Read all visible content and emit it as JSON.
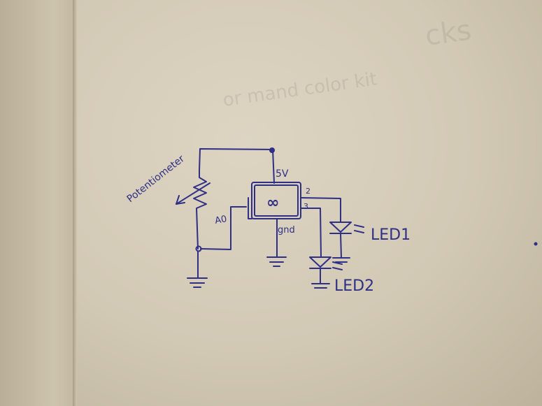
{
  "diagram": {
    "labels": {
      "potentiometer": "Potentiometer",
      "supply": "5V",
      "analog_pin": "A0",
      "board_symbol": "∞",
      "pin_two": "2",
      "pin_three": "3",
      "ground": "gnd",
      "led_one": "LED1",
      "led_two": "LED2"
    },
    "background_text": {
      "line_one": "cks",
      "line_two": "or mand color kit"
    },
    "colors": {
      "ink": "#2e2f85",
      "paper": "#d8cfbc"
    }
  }
}
